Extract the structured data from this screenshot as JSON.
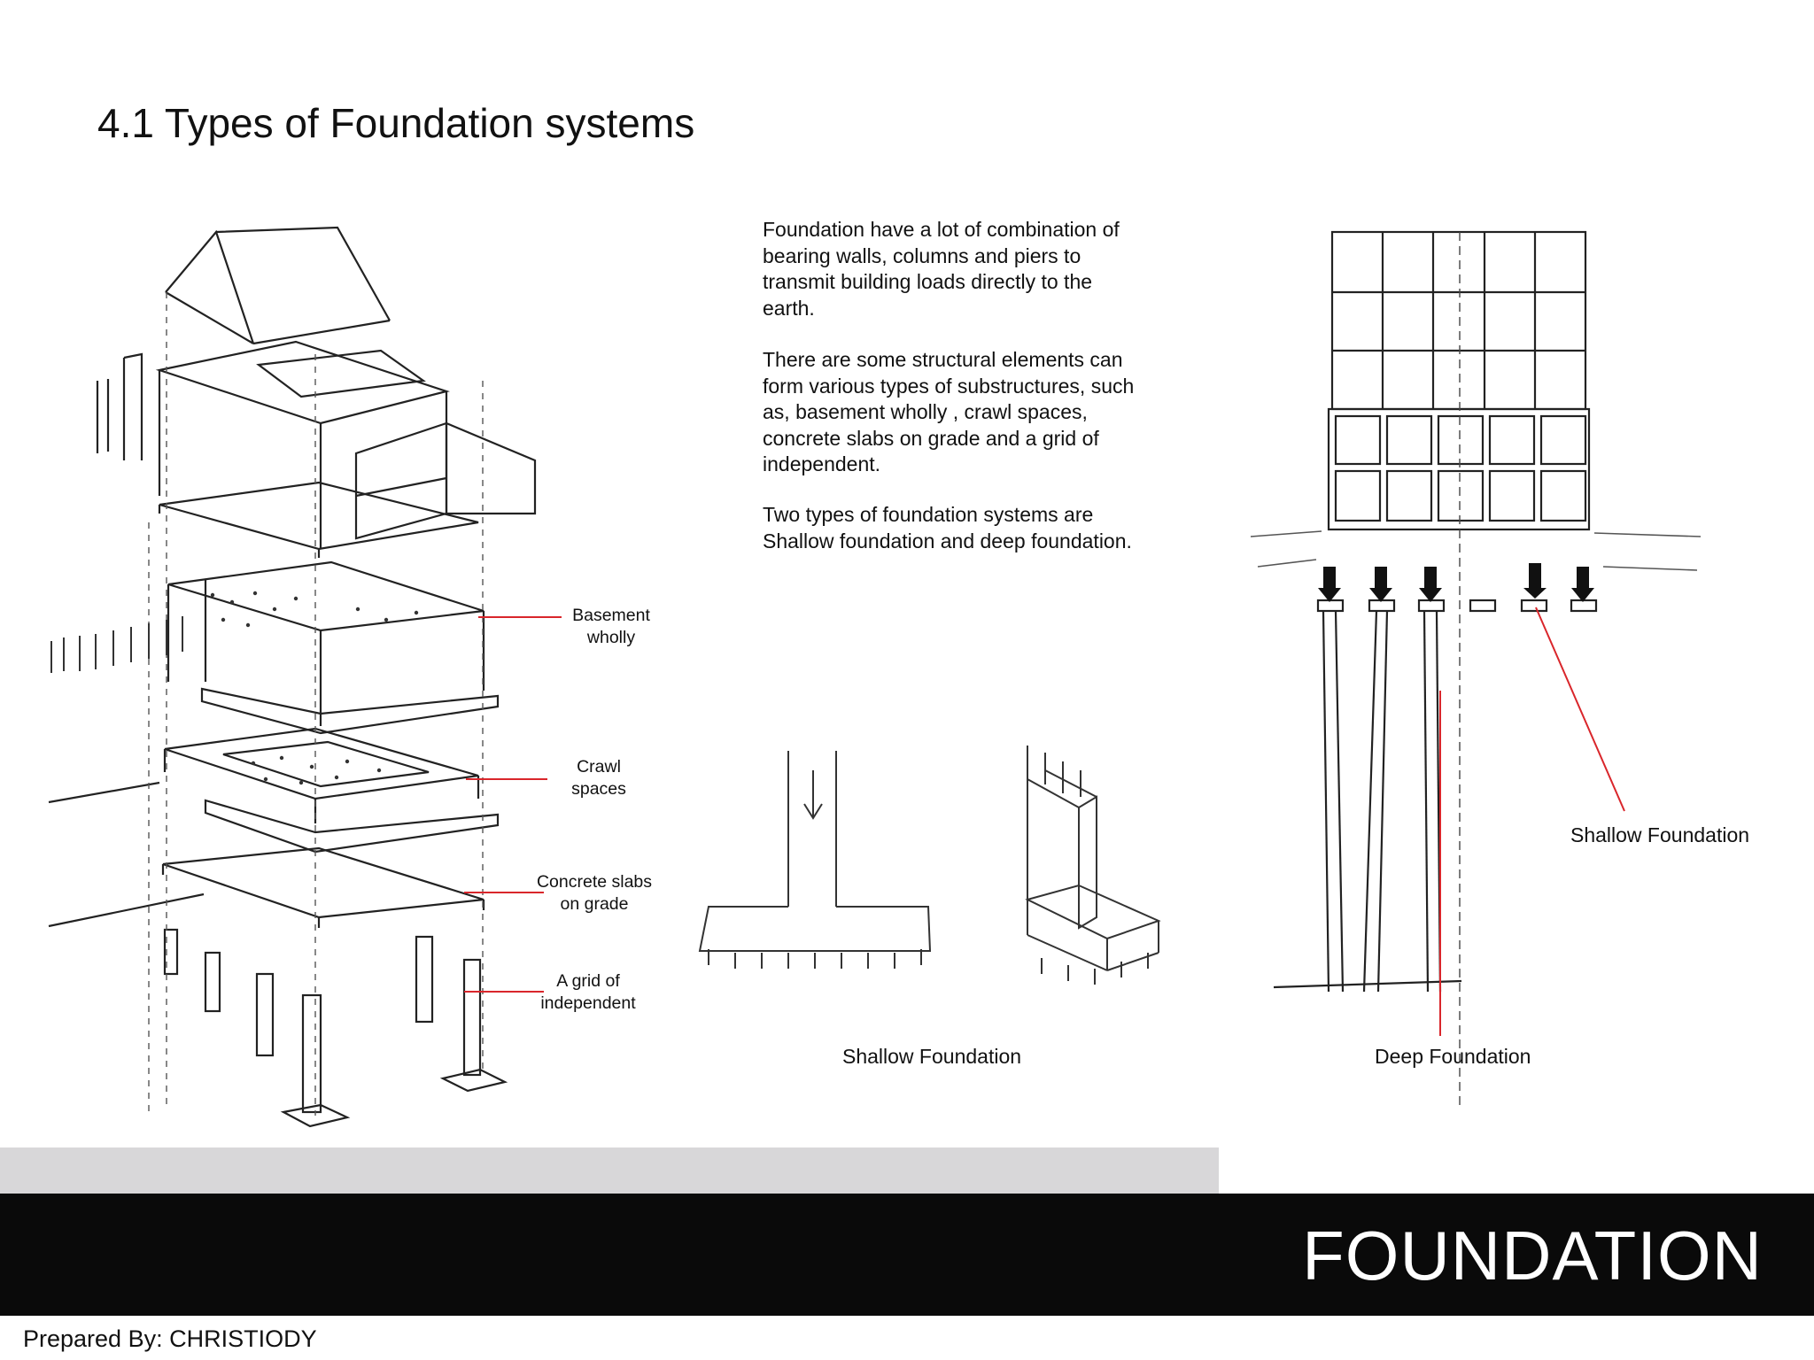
{
  "title": "4.1 Types of Foundation systems",
  "paragraphs": [
    "Foundation have a lot of combination of bearing walls, columns and piers to transmit building loads directly to the earth.",
    "There are some structural elements can form various types of substructures, such as, basement wholly , crawl spaces, concrete slabs on grade and a grid of independent.",
    "Two types of foundation systems are Shallow foundation and deep foundation."
  ],
  "labels": {
    "basement": "Basement\nwholly",
    "crawl": "Crawl\nspaces",
    "slabs": "Concrete slabs\non grade",
    "grid": "A grid of\nindependent"
  },
  "captions": {
    "shallow_center": "Shallow Foundation",
    "shallow_right": "Shallow Foundation",
    "deep": "Deep Foundation"
  },
  "footer": {
    "title": "FOUNDATION",
    "prepared_by": "Prepared By: CHRISTIODY"
  },
  "colors": {
    "leader": "#d9262b",
    "band_gray": "#d8d7d9",
    "band_black": "#0a0a0a"
  }
}
